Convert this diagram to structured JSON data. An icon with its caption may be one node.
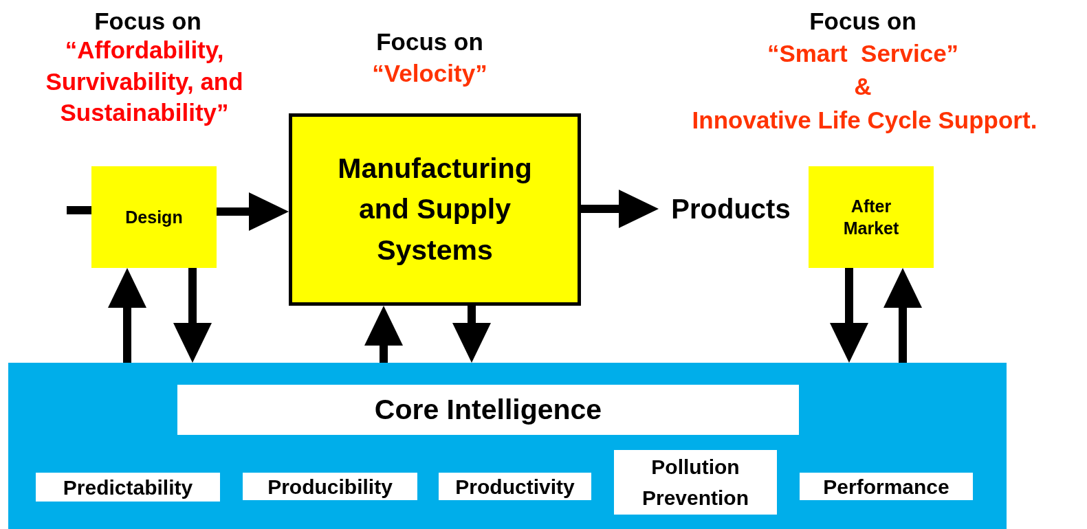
{
  "diagram": {
    "nodes": [
      {
        "text": [
          "Design"
        ]
      },
      {
        "text": [
          "Manufacturing and Supply Systems"
        ]
      },
      {
        "text": [
          "Products"
        ]
      },
      {
        "text": [
          "After Market"
        ]
      },
      {
        "text": [],
        "shape": "box"
      },
      {
        "text": [
          "Core Intelligence"
        ],
        "in": 4
      },
      {
        "text": [
          "Predictability"
        ],
        "in": 4
      },
      {
        "text": [
          "Producibility"
        ],
        "in": 4
      },
      {
        "text": [
          "Productivity"
        ],
        "in": 4
      },
      {
        "text": [
          "Pollution Prevention"
        ],
        "in": 4
      },
      {
        "text": [
          "Performance"
        ],
        "in": 4
      }
    ],
    "edges": [
      {
        "from": null,
        "to": 0,
        "arrow": "none"
      },
      {
        "from": 0,
        "to": 1,
        "arrow": "to"
      },
      {
        "from": 1,
        "to": 2,
        "arrow": "to"
      },
      {
        "from": 4,
        "to": 0,
        "arrow": "to"
      },
      {
        "from": 0,
        "to": 4,
        "arrow": "to"
      },
      {
        "from": 4,
        "to": 1,
        "arrow": "to"
      },
      {
        "from": 1,
        "to": 4,
        "arrow": "to"
      },
      {
        "from": 3,
        "to": 4,
        "arrow": "to"
      },
      {
        "from": 4,
        "to": 3,
        "arrow": "to"
      }
    ],
    "labels": [
      "Focus on",
      "“Affordability, Survivability, and Sustainability”",
      "Focus on",
      "“Velocity”",
      "Focus on",
      "“Smart  Service”",
      "&",
      "Innovative Life Cycle Support."
    ]
  }
}
